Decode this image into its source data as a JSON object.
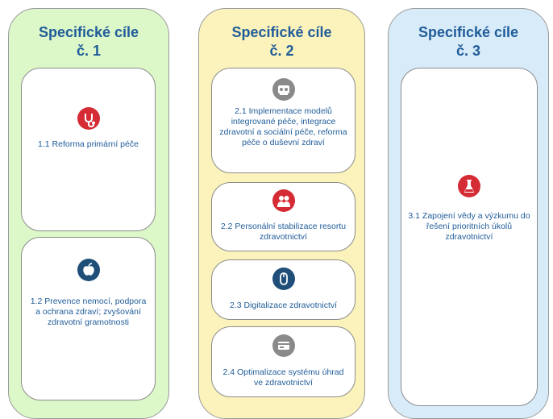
{
  "columns": [
    {
      "title_line1": "Specifické cíle",
      "title_line2": "č. 1",
      "cards": [
        {
          "text": "1.1 Reforma primární péče",
          "icon": "stethoscope-icon",
          "icon_color": "#d52b35"
        },
        {
          "text": "1.2 Prevence nemocí, podpora a ochrana zdraví; zvyšování zdravotní gramotnosti",
          "icon": "apple-icon",
          "icon_color": "#1f4f79"
        }
      ]
    },
    {
      "title_line1": "Specifické cíle",
      "title_line2": "č. 2",
      "cards": [
        {
          "text": "2.1 Implementace modelů integrované péče, integrace zdravotní a sociální péče, reforma péče o duševní zdraví",
          "icon": "care-integration-icon",
          "icon_color": "#8a8a8a"
        },
        {
          "text": "2.2 Personální stabilizace resortu zdravotnictví",
          "icon": "medical-staff-icon",
          "icon_color": "#d52b35"
        },
        {
          "text": "2.3 Digitalizace zdravotnictví",
          "icon": "computer-mouse-icon",
          "icon_color": "#1f4f79"
        },
        {
          "text": "2.4 Optimalizace systému úhrad ve zdravotnictví",
          "icon": "payment-card-icon",
          "icon_color": "#8a8a8a"
        }
      ]
    },
    {
      "title_line1": "Specifické cíle",
      "title_line2": "č. 3",
      "cards": [
        {
          "text": "3.1 Zapojení vědy a výzkumu do řešení prioritních úkolů zdravotnictví",
          "icon": "flask-icon",
          "icon_color": "#d52b35"
        }
      ]
    }
  ]
}
